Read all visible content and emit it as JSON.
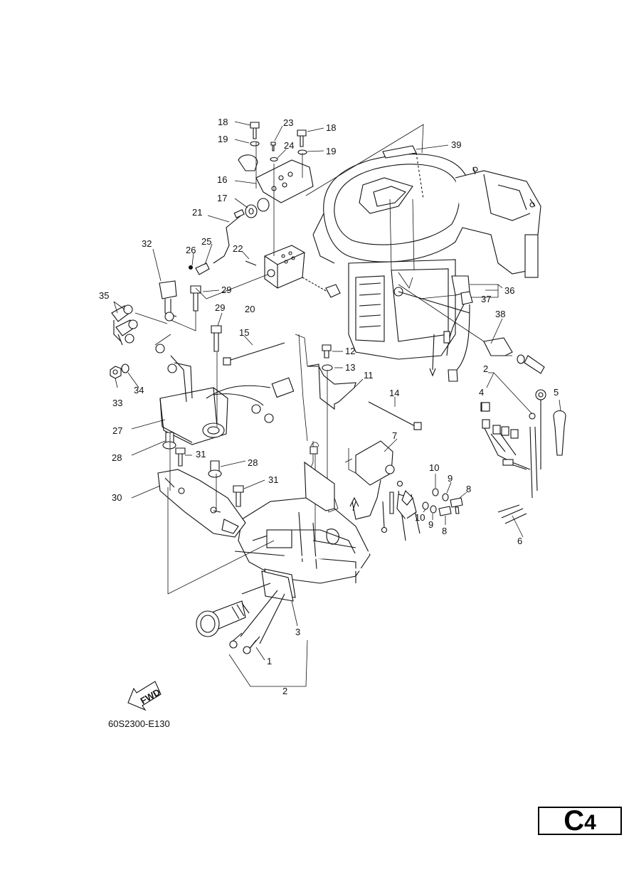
{
  "diagram_code": "60S2300-E130",
  "page_id": {
    "letter": "C",
    "number": "4"
  },
  "fwd_label": "FWD",
  "callouts": {
    "c1": "1",
    "c2a": "2",
    "c2b": "2",
    "c3": "3",
    "c4": "4",
    "c5": "5",
    "c6": "6",
    "c7": "7",
    "c8a": "8",
    "c8b": "8",
    "c9a": "9",
    "c9b": "9",
    "c10a": "10",
    "c10b": "10",
    "c11": "11",
    "c12": "12",
    "c13": "13",
    "c14": "14",
    "c15": "15",
    "c16": "16",
    "c17": "17",
    "c18a": "18",
    "c18b": "18",
    "c19a": "19",
    "c19b": "19",
    "c20": "20",
    "c21": "21",
    "c22": "22",
    "c23": "23",
    "c24": "24",
    "c25": "25",
    "c26": "26",
    "c27": "27",
    "c28a": "28",
    "c28b": "28",
    "c29a": "29",
    "c29b": "29",
    "c30": "30",
    "c31a": "31",
    "c31b": "31",
    "c32": "32",
    "c33": "33",
    "c34": "34",
    "c35": "35",
    "c36": "36",
    "c37": "37",
    "c38": "38",
    "c39": "39"
  }
}
